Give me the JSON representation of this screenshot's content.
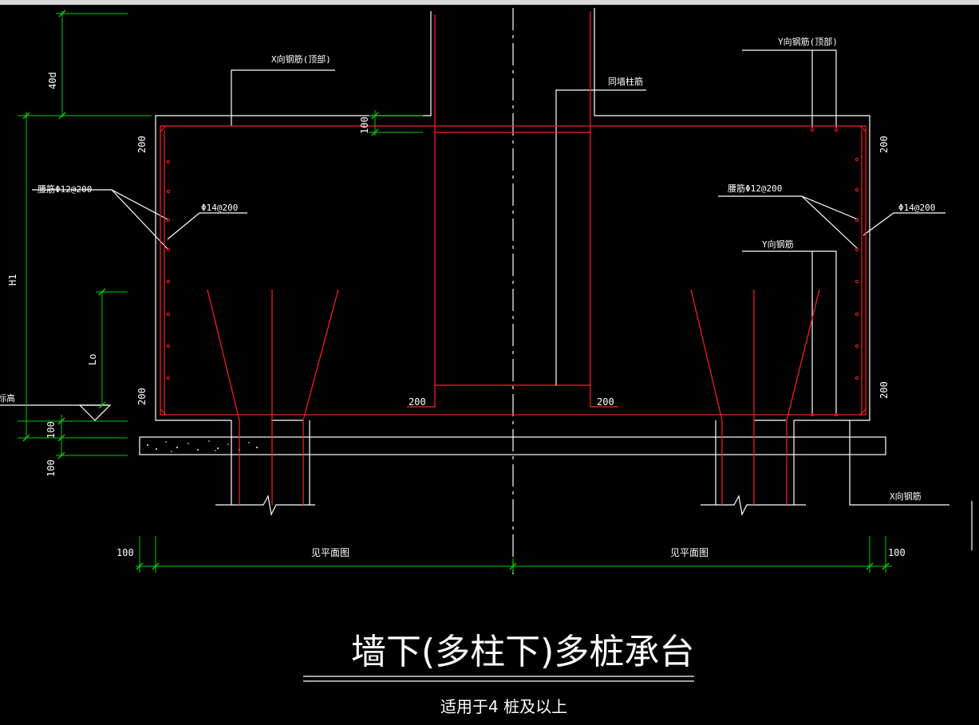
{
  "colors": {
    "background": "#000000",
    "outline": "#ffffff",
    "rebar": "#ff2020",
    "dimension": "#00cc00"
  },
  "labels": {
    "x_top_bar": "X向钢筋(顶部)",
    "y_top_bar": "Y向钢筋(顶部)",
    "column_bar": "同墙柱筋",
    "waist_bar_left": "腰筋Φ12@200",
    "stirrup_left": "Φ14@200",
    "waist_bar_right": "腰筋Φ12@200",
    "stirrup_right": "Φ14@200",
    "y_bar": "Y向钢筋",
    "x_bar": "X向钢筋",
    "elevation": "标高"
  },
  "dimensions": {
    "d_40d": "40d",
    "d_h1": "H1",
    "d_lo": "Lo",
    "d_100_a": "100",
    "d_100_b": "100",
    "d_100_top": "100",
    "d_200_tl": "200",
    "d_200_bl": "200",
    "d_200_tr": "200",
    "d_200_br": "200",
    "d_200_cl": "200",
    "d_200_cr": "200",
    "d_100_left": "100",
    "d_100_right": "100",
    "see_plan_left": "见平面图",
    "see_plan_right": "见平面图"
  },
  "title": "墙下(多柱下)多桩承台",
  "subtitle": "适用于4 桩及以上"
}
